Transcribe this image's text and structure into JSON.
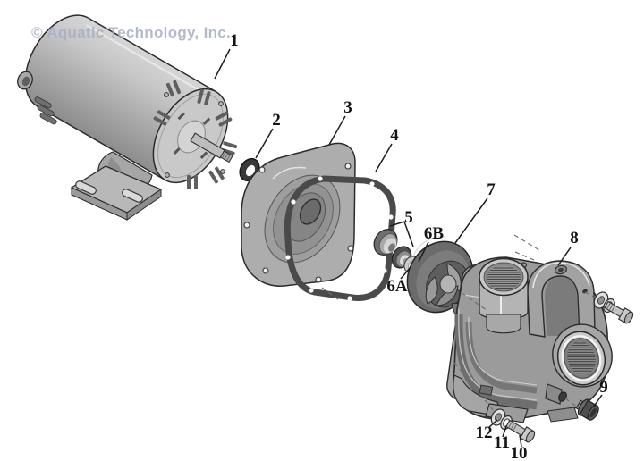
{
  "watermark": {
    "text": "© Aquatic Technology, Inc.",
    "color": "#a6b0c3"
  },
  "diagram": {
    "callouts": [
      {
        "text": "1"
      },
      {
        "text": "2"
      },
      {
        "text": "3"
      },
      {
        "text": "4"
      },
      {
        "text": "5"
      },
      {
        "text": "6A"
      },
      {
        "text": "6B"
      },
      {
        "text": "7"
      },
      {
        "text": "8"
      },
      {
        "text": "9"
      },
      {
        "text": "10"
      },
      {
        "text": "11"
      },
      {
        "text": "12"
      }
    ]
  }
}
